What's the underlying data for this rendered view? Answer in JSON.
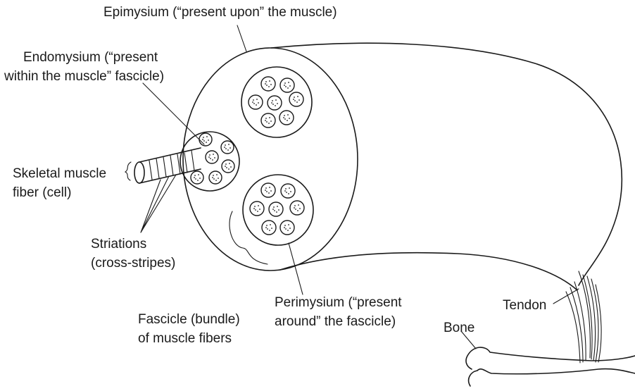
{
  "labels": {
    "epimysium": "Epimysium (“present upon” the muscle)",
    "endomysium_line1": "Endomysium (“present",
    "endomysium_line2": "within the muscle” fascicle)",
    "skeletal_line1": "Skeletal muscle",
    "skeletal_line2": "fiber (cell)",
    "striations_line1": "Striations",
    "striations_line2": "(cross-stripes)",
    "fascicle_line1": "Fascicle (bundle)",
    "fascicle_line2": "of muscle fibers",
    "perimysium_line1": "Perimysium (“present",
    "perimysium_line2": "around” the fascicle)",
    "tendon": "Tendon",
    "bone": "Bone"
  }
}
